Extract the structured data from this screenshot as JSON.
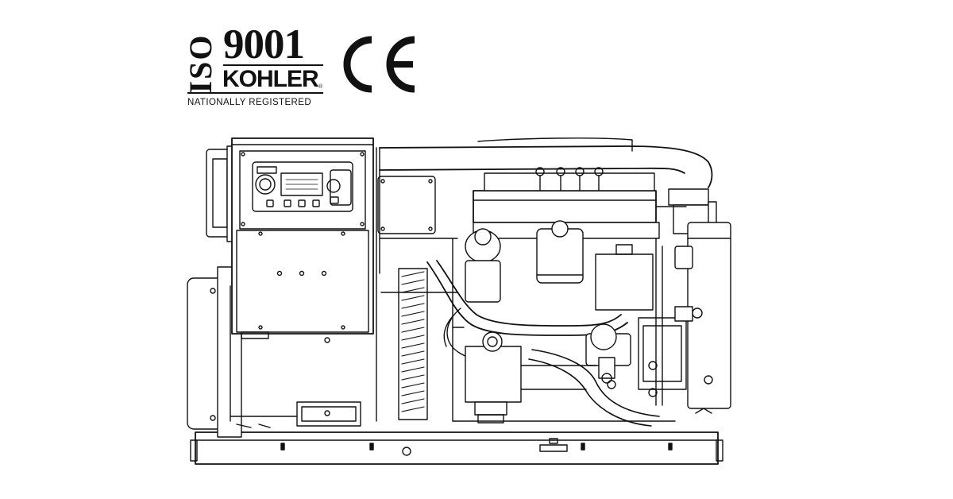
{
  "logo": {
    "iso_text": "ISO",
    "standard_number": "9001",
    "brand": "KOHLER",
    "registered_mark": "®",
    "tagline": "NATIONALLY REGISTERED"
  },
  "certification": {
    "mark": "CE"
  },
  "illustration": {
    "subject": "generator-set",
    "line_color": "#111111",
    "background_color": "#ffffff"
  }
}
